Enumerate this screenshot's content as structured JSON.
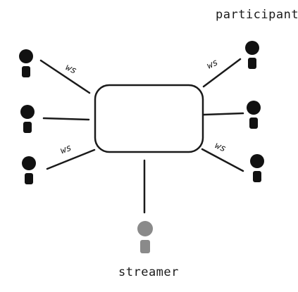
{
  "labels": {
    "participant": "participant",
    "streamer": "streamer",
    "connection": "ws"
  },
  "colors": {
    "stroke": "#1a1a1a",
    "participant_fill": "#111111",
    "streamer_fill": "#8a8a8a"
  },
  "participants": [
    {
      "id": "left-top"
    },
    {
      "id": "left-middle"
    },
    {
      "id": "left-bottom"
    },
    {
      "id": "right-top"
    },
    {
      "id": "right-middle"
    },
    {
      "id": "right-bottom"
    }
  ],
  "streamer": {
    "id": "streamer"
  }
}
